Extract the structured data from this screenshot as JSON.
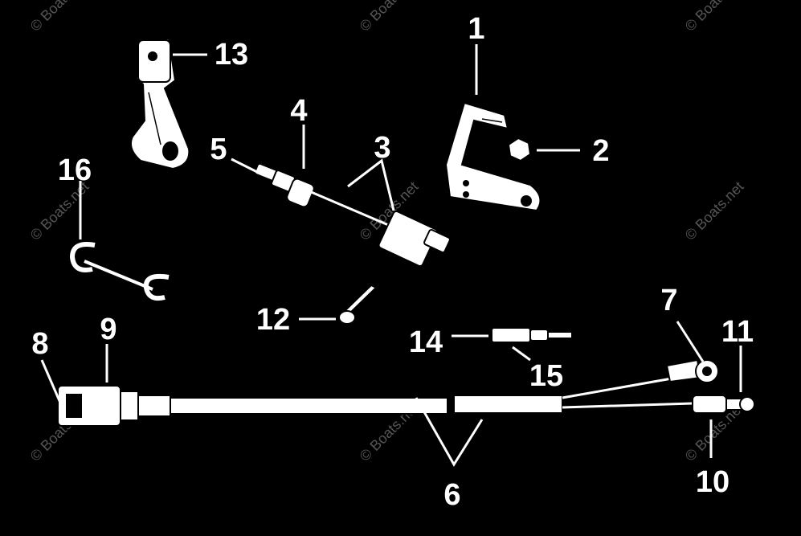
{
  "colors": {
    "background": "#000000",
    "foreground": "#ffffff",
    "watermark": "#555555"
  },
  "watermark": "© Boats.net",
  "callouts": {
    "c1": "1",
    "c2": "2",
    "c3": "3",
    "c4": "4",
    "c5": "5",
    "c6": "6",
    "c7": "7",
    "c8": "8",
    "c9": "9",
    "c10": "10",
    "c11": "11",
    "c12": "12",
    "c13": "13",
    "c14": "14",
    "c15": "15",
    "c16": "16"
  }
}
